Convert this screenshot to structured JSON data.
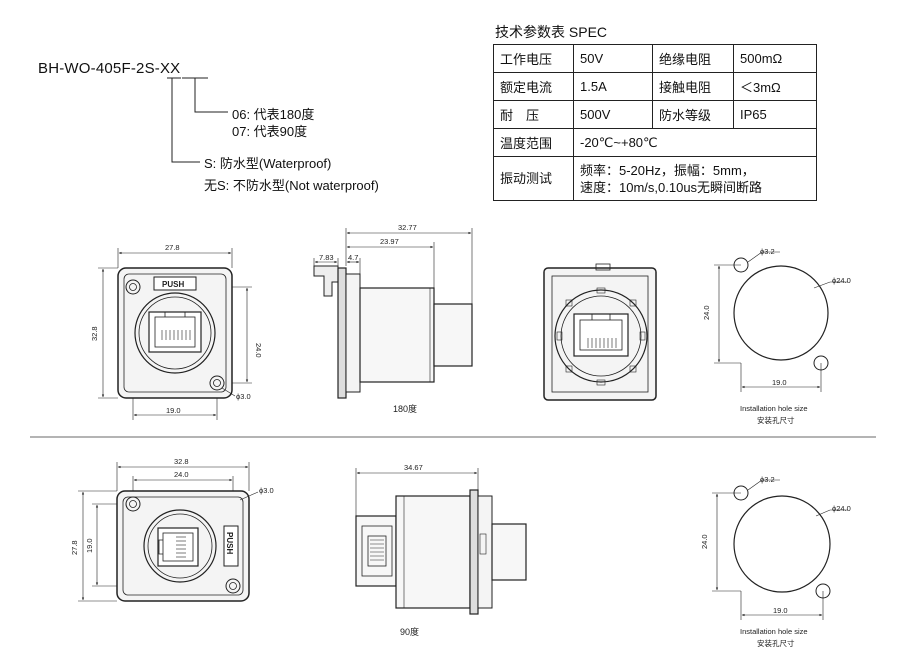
{
  "model": "BH-WO-405F-2S-XX",
  "notes": {
    "angle_06": "06: 代表180度",
    "angle_07": "07: 代表90度",
    "waterproof": "S: 防水型(Waterproof)",
    "not_waterproof": "无S: 不防水型(Not waterproof)"
  },
  "spec": {
    "title": "技术参数表 SPEC",
    "rows": [
      [
        "工作电压",
        "50V",
        "绝缘电阻",
        "500mΩ"
      ],
      [
        "额定电流",
        "1.5A",
        "接触电阻",
        "＜3mΩ"
      ],
      [
        "耐　压",
        "500V",
        "防水等级",
        "IP65"
      ],
      [
        "温度范围",
        "-20℃~+80℃"
      ],
      [
        "振动测试",
        "频率：5-20Hz，振幅：5mm，",
        "速度：10m/s,0.10us无瞬间断路"
      ]
    ]
  },
  "drawing": {
    "push_label": "PUSH",
    "caption_180": "180度",
    "caption_90": "90度",
    "hole_caption_en": "Installation hole size",
    "hole_caption_cn": "安装孔尺寸",
    "dims": {
      "d27_8": "27.8",
      "d32_8": "32.8",
      "d24_0": "24.0",
      "d19_0": "19.0",
      "phi3_0": "ϕ3.0",
      "phi3_2": "ϕ3.2",
      "phi24_0": "ϕ24.0",
      "d32_77": "32.77",
      "d23_97": "23.97",
      "d7_83": "7.83",
      "d4_7": "4.7",
      "d34_67": "34.67"
    }
  }
}
